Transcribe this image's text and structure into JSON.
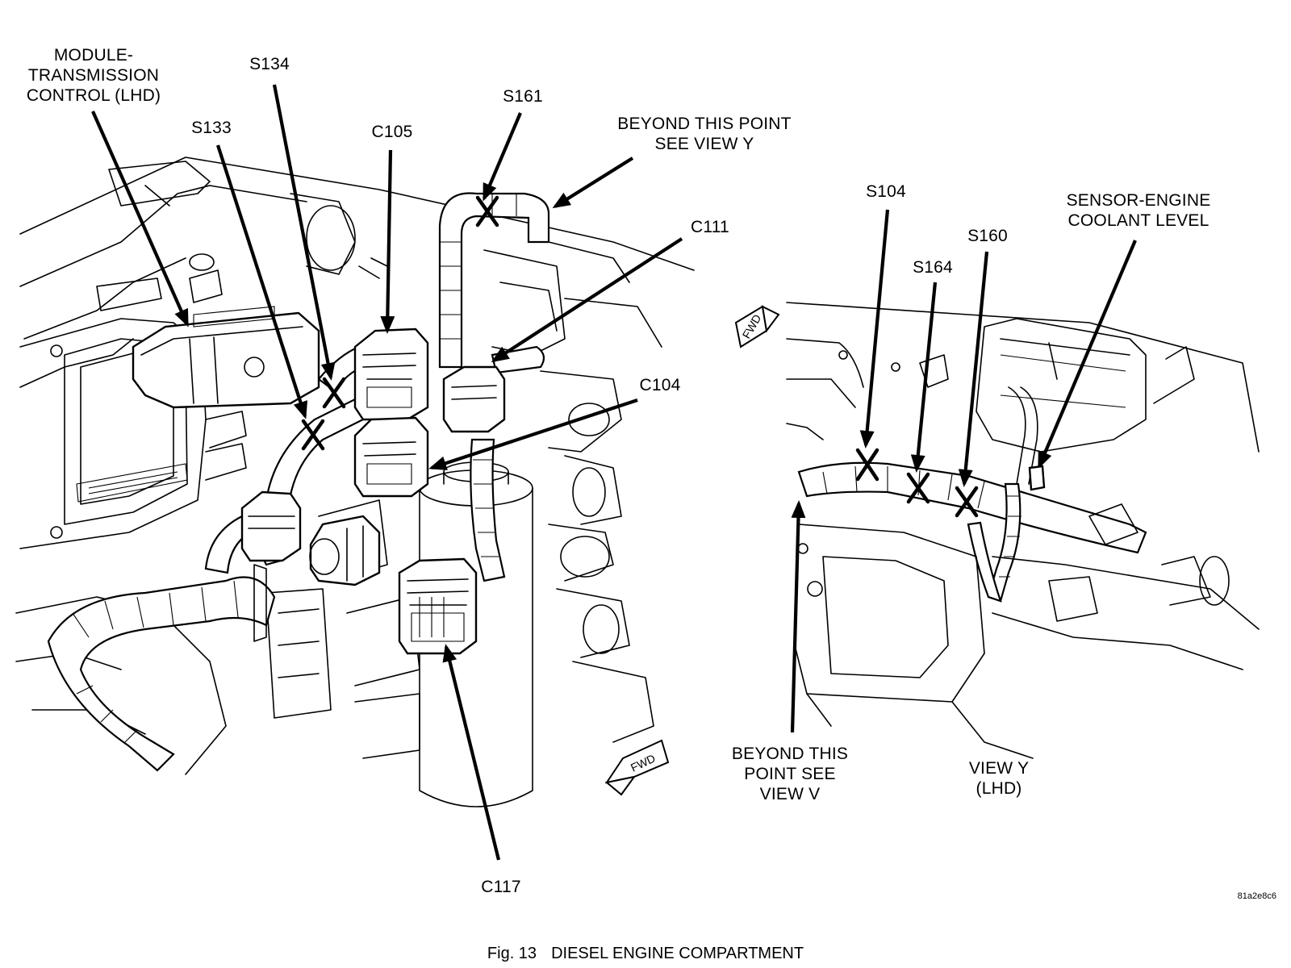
{
  "figure": {
    "caption_number": "Fig. 13",
    "caption_title": "DIESEL ENGINE COMPARTMENT",
    "image_code": "81a2e8c6",
    "fwd_label": "FWD"
  },
  "labels": {
    "module_tcm": [
      "MODULE-",
      "TRANSMISSION",
      "CONTROL (LHD)"
    ],
    "s134": "S134",
    "s133": "S133",
    "c105": "C105",
    "s161": "S161",
    "beyond_view_y": [
      "BEYOND THIS POINT",
      "SEE VIEW Y"
    ],
    "c111": "C111",
    "c104": "C104",
    "c117": "C117",
    "s104": "S104",
    "s164": "S164",
    "s160": "S160",
    "sensor_coolant": [
      "SENSOR-ENGINE",
      "COOLANT LEVEL"
    ],
    "beyond_view_v": [
      "BEYOND THIS",
      "POINT SEE",
      "VIEW V"
    ],
    "view_y": [
      "VIEW Y",
      "(LHD)"
    ]
  }
}
